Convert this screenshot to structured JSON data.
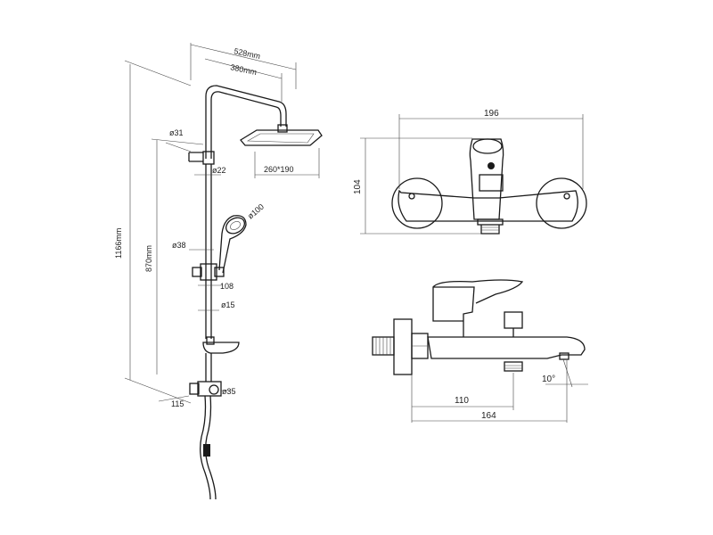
{
  "shower_column": {
    "overall_height": "1166mm",
    "slide_height": "870mm",
    "arm_reach": "528mm",
    "arm_length": "380mm",
    "head_size": "260*190",
    "pipe_top_dia": "ø31",
    "pipe_dia": "ø22",
    "handshower_dia": "ø100",
    "slider_dia": "ø38",
    "handle_offset": "108",
    "rail_dia": "ø15",
    "mixer_dia": "ø35",
    "mixer_depth": "115"
  },
  "mixer_front": {
    "width": "196",
    "height": "104"
  },
  "mixer_side": {
    "spout_offset": "110",
    "total_length": "164",
    "angle": "10°"
  }
}
